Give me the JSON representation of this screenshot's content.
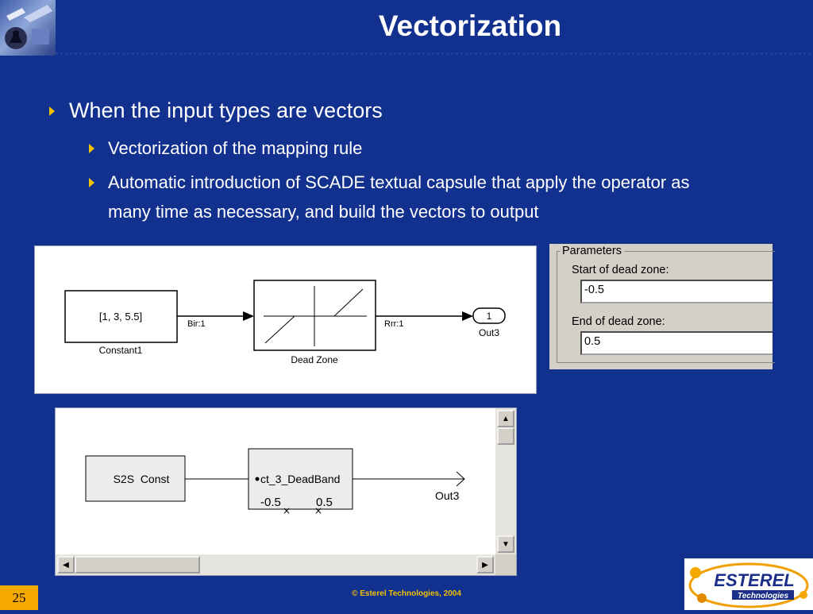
{
  "slide": {
    "title": "Vectorization",
    "page_number": "25",
    "footer": "© Esterel Technologies, 2004"
  },
  "bullets": {
    "level1": "When the input types are vectors",
    "level2": [
      "Vectorization of the mapping rule",
      "Automatic introduction of SCADE textual capsule that apply the operator as",
      "many time as necessary, and build the vectors to output"
    ]
  },
  "simulink": {
    "constant_value": "[1, 3, 5.5]",
    "constant_name": "Constant1",
    "signal_in": "Bir:1",
    "block_name": "Dead Zone",
    "signal_out": "Rrr:1",
    "outport_number": "1",
    "outport_name": "Out3"
  },
  "parameters": {
    "group_label": "Parameters",
    "start_label": "Start of dead zone:",
    "start_value": "-0.5",
    "end_label": "End of dead zone:",
    "end_value": "0.5"
  },
  "scade": {
    "const_block": "S2S  Const",
    "operator_block": "ct_3_DeadBand",
    "param_low": "-0.5",
    "param_high": "0.5",
    "output_name": "Out3"
  },
  "brand": {
    "name": "ESTEREL",
    "tagline": "Technologies"
  },
  "colors": {
    "background": "#12308e",
    "bullet_arrow": "#f2c200",
    "footer_text": "#f2c200",
    "page_badge": "#f5a800"
  }
}
